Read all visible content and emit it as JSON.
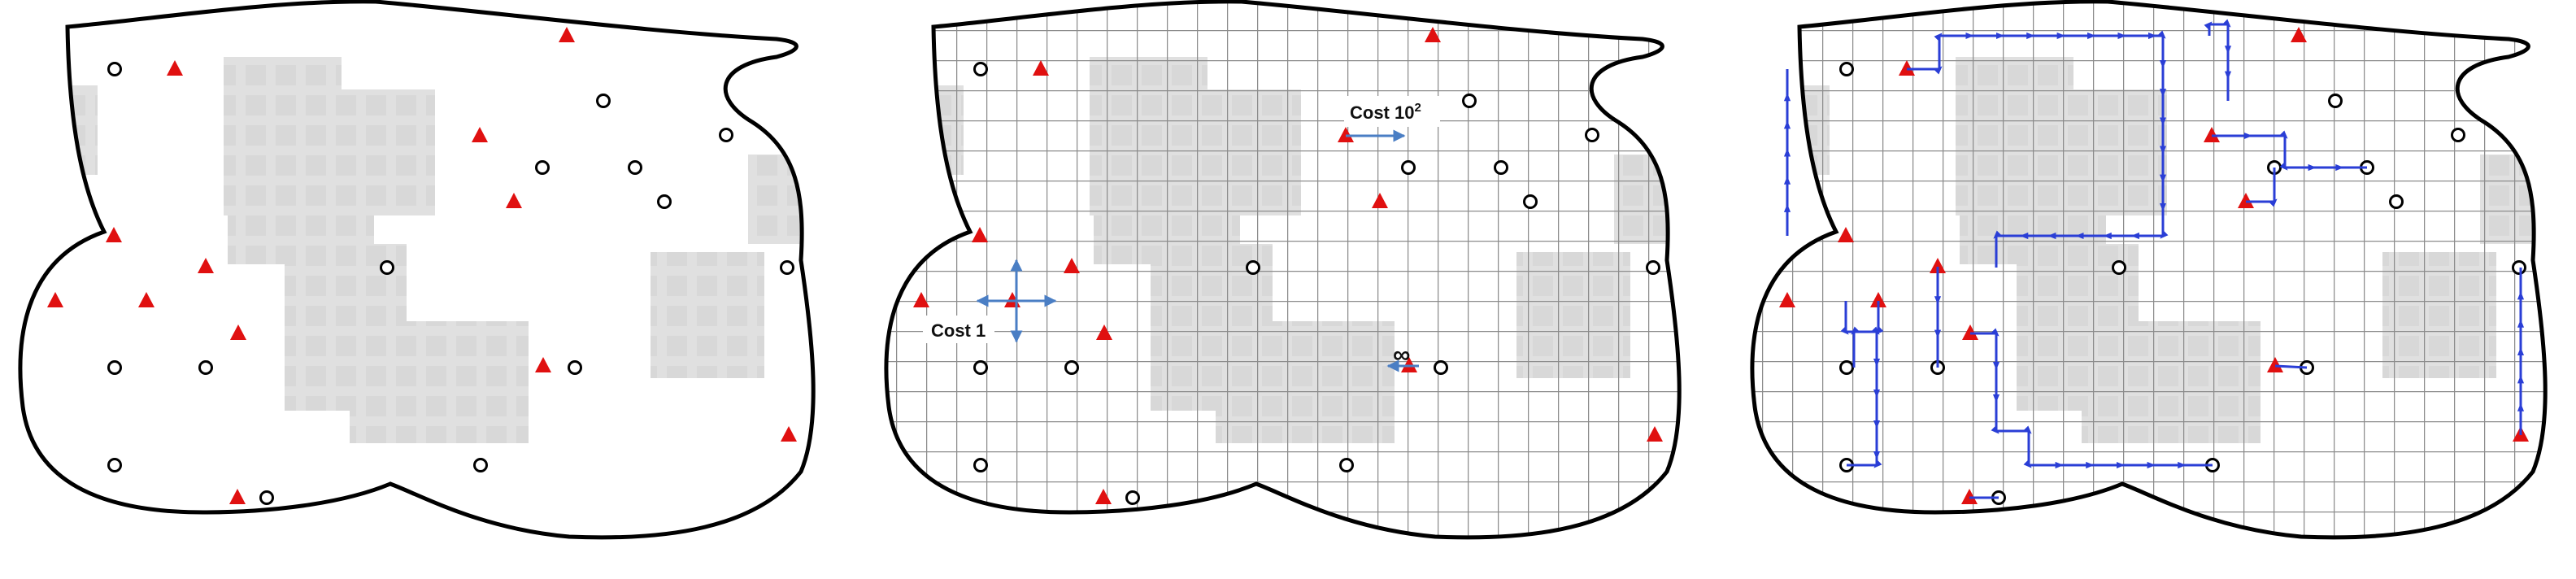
{
  "colors": {
    "obstacle": "#e0e0e0",
    "obstacle_tile": "#d6d6d6",
    "grid": "#8c8c8c",
    "outline": "#000000",
    "triangle": "#e01010",
    "circle": "#000000",
    "arrow": "#4a7ec4",
    "path": "#2a3ed6"
  },
  "icons": {
    "triangle": "red-triangle-icon",
    "circle": "open-circle-icon"
  },
  "labels": {
    "cost_one": "Cost 1",
    "cost_high_base": "Cost 10",
    "cost_high_exp": "2",
    "cost_inf": "∞"
  }
}
